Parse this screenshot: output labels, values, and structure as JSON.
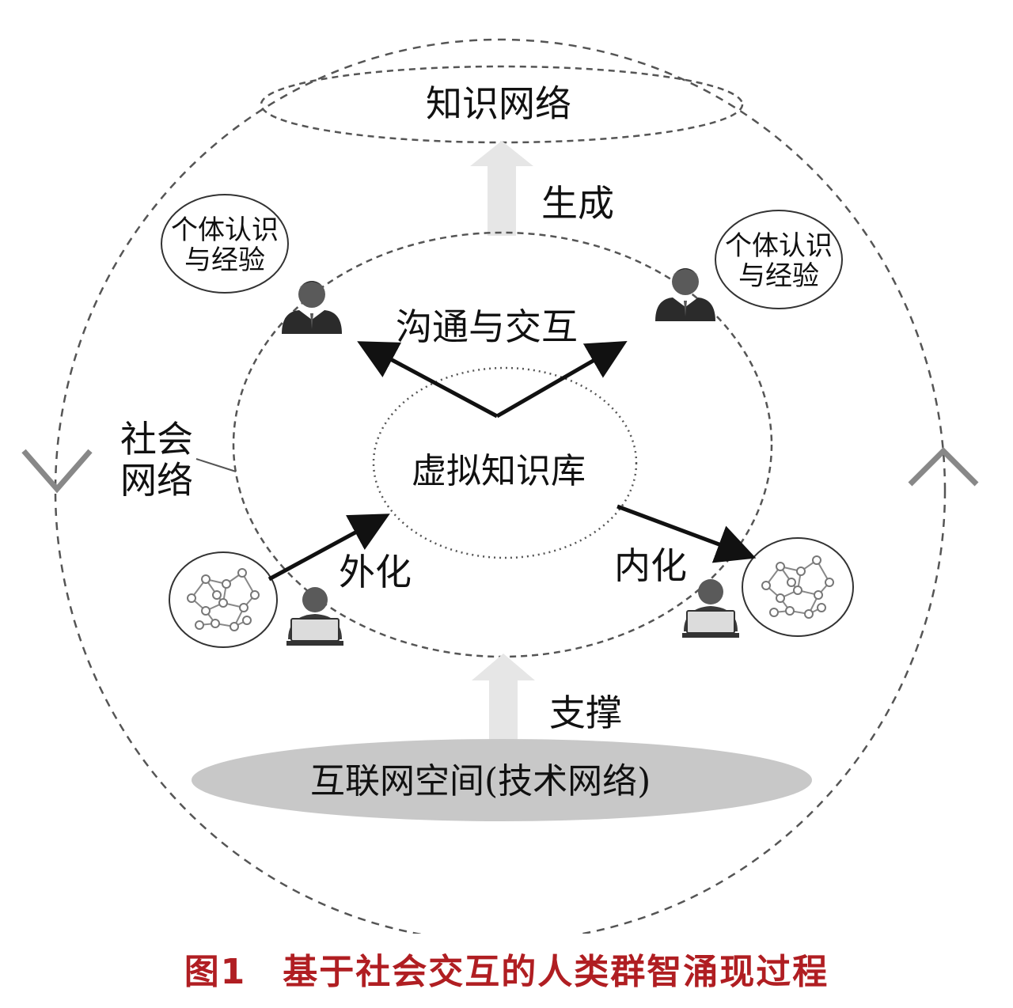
{
  "diagram": {
    "knowledge_network": "知识网络",
    "generate": "生成",
    "individual_cognition_left": [
      "个体认识",
      "与经验"
    ],
    "individual_cognition_right": [
      "个体认识",
      "与经验"
    ],
    "communication": "沟通与交互",
    "social_network": [
      "社会",
      "网络"
    ],
    "virtual_kb": "虚拟知识库",
    "externalize": "外化",
    "internalize": "内化",
    "support": "支撑",
    "internet_space": "互联网空间(技术网络)"
  },
  "caption": "图1　基于社会交互的人类群智涌现过程",
  "colors": {
    "caption": "#b01e22",
    "dashed": "#555555",
    "light_arrow": "#e6e6e6",
    "base_ellipse": "#c8c8c8"
  },
  "icons": [
    "person-suit-icon",
    "person-laptop-icon",
    "network-graph-icon"
  ]
}
